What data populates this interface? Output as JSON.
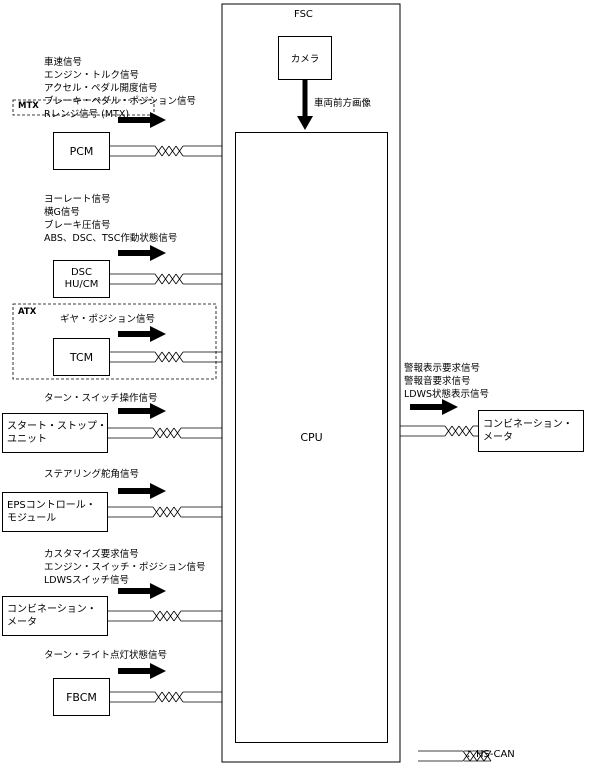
{
  "fsc": {
    "title": "FSC",
    "camera": "カメラ",
    "camera_signal": "車両前方画像",
    "cpu": "CPU"
  },
  "mtx_tag": "MTX",
  "atx_tag": "ATX",
  "modules": {
    "pcm": {
      "label": "PCM",
      "signals": [
        "車速信号",
        "エンジン・トルク信号",
        "アクセル・ペダル開度信号",
        "ブレーキ・ペダル・ポジション信号",
        "Rレンジ信号 (MTX)"
      ]
    },
    "dsc": {
      "label_lines": [
        "DSC",
        "HU/CM"
      ],
      "signals": [
        "ヨーレート信号",
        "横G信号",
        "ブレーキ圧信号",
        "ABS、DSC、TSC作動状態信号"
      ]
    },
    "tcm": {
      "label": "TCM",
      "signals": [
        "ギヤ・ポジション信号"
      ]
    },
    "start_stop": {
      "label_lines": [
        "スタート・ストップ・",
        "ユニット"
      ],
      "signals": [
        "ターン・スイッチ操作信号"
      ]
    },
    "eps": {
      "label_lines": [
        "EPSコントロール・",
        "モジュール"
      ],
      "signals": [
        "ステアリング舵角信号"
      ]
    },
    "combi_left": {
      "label_lines": [
        "コンビネーション・",
        "メータ"
      ],
      "signals": [
        "カスタマイズ要求信号",
        "エンジン・スイッチ・ポジション信号",
        "LDWSスイッチ信号"
      ]
    },
    "fbcm": {
      "label": "FBCM",
      "signals": [
        "ターン・ライト点灯状態信号"
      ]
    },
    "combi_right": {
      "label_lines": [
        "コンビネーション・",
        "メータ"
      ],
      "signals": [
        "警報表示要求信号",
        "警報音要求信号",
        "LDWS状態表示信号"
      ]
    }
  },
  "legend": {
    "label": "：HS-CAN"
  }
}
